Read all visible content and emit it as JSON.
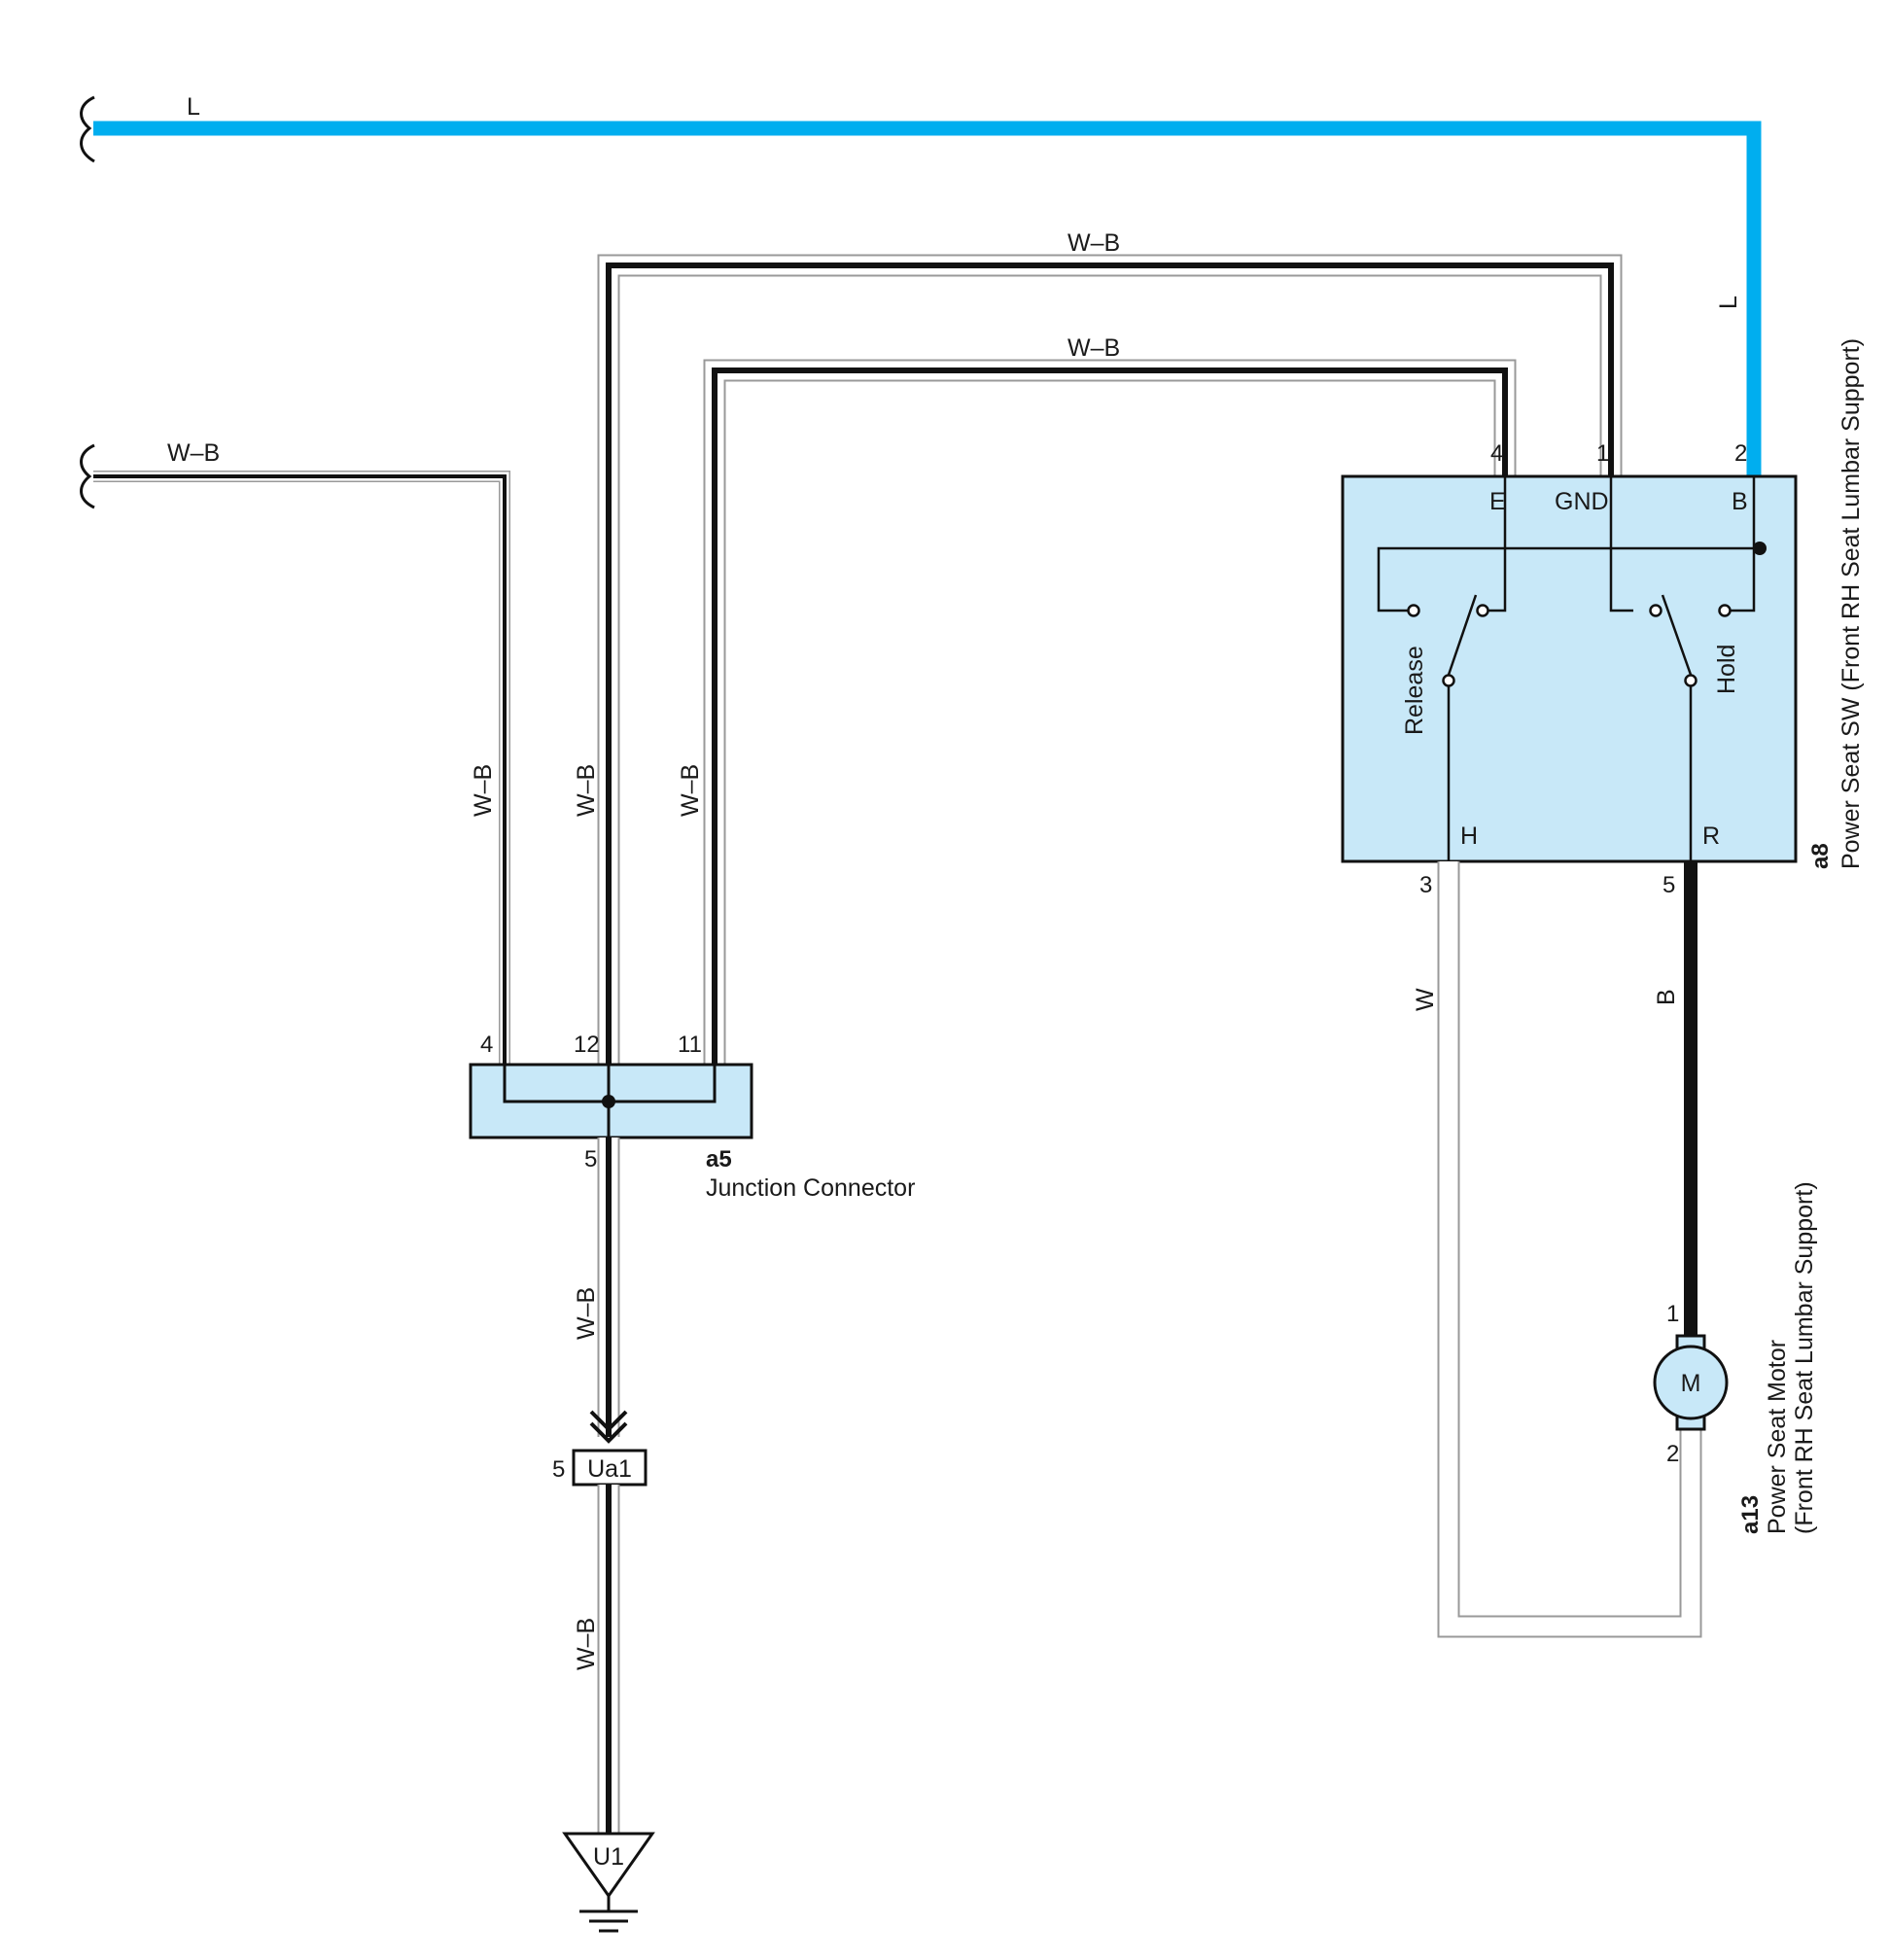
{
  "wires": {
    "top_blue": "L",
    "right_blue": "L",
    "left_input": "W–B",
    "top_outer": "W–B",
    "top_inner": "W–B",
    "vertical_left": "W–B",
    "vertical_mid": "W–B",
    "vertical_right": "W–B",
    "down_to_ua1": "W–B",
    "down_to_u1": "W–B",
    "white_return": "W",
    "black_motor": "B"
  },
  "colors": {
    "blue_wire": "#00aeef",
    "component_fill": "#c8e8f8",
    "black_wire": "#111111"
  },
  "switch": {
    "id": "a8",
    "name": "Power Seat SW (Front RH Seat Lumbar Support)",
    "pin_e": "4",
    "pin_gnd": "1",
    "pin_b": "2",
    "pin_h": "3",
    "pin_r": "5",
    "label_e": "E",
    "label_gnd": "GND",
    "label_b": "B",
    "label_h": "H",
    "label_r": "R",
    "contact_release": "Release",
    "contact_hold": "Hold"
  },
  "junction": {
    "id": "a5",
    "name": "Junction Connector",
    "pin_left": "4",
    "pin_mid": "12",
    "pin_right": "11",
    "pin_bottom": "5"
  },
  "connector_ua1": {
    "label": "Ua1",
    "pin": "5"
  },
  "ground": {
    "label": "U1"
  },
  "motor": {
    "id": "a13",
    "name_line1": "Power Seat Motor",
    "name_line2": "(Front RH Seat Lumbar Support)",
    "symbol": "M",
    "pin_top": "1",
    "pin_bottom": "2"
  }
}
